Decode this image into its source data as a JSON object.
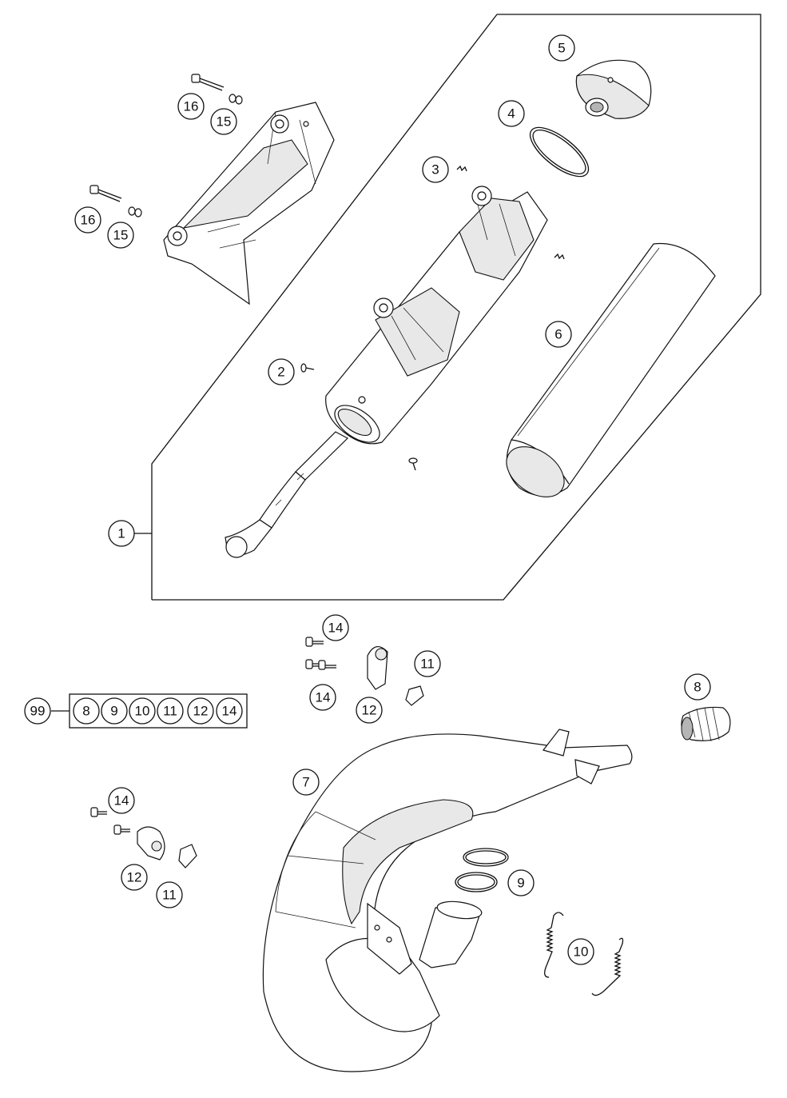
{
  "callouts": {
    "c1": "1",
    "c2": "2",
    "c3": "3",
    "c4": "4",
    "c5": "5",
    "c6": "6",
    "c7": "7",
    "c8": "8",
    "c9": "9",
    "c10": "10",
    "c11a": "11",
    "c11b": "11",
    "c12a": "12",
    "c12b": "12",
    "c14a": "14",
    "c14b": "14",
    "c14c": "14",
    "c15a": "15",
    "c15b": "15",
    "c16a": "16",
    "c16b": "16",
    "c99": "99"
  },
  "kit_99": [
    "8",
    "9",
    "10",
    "11",
    "12",
    "14"
  ]
}
